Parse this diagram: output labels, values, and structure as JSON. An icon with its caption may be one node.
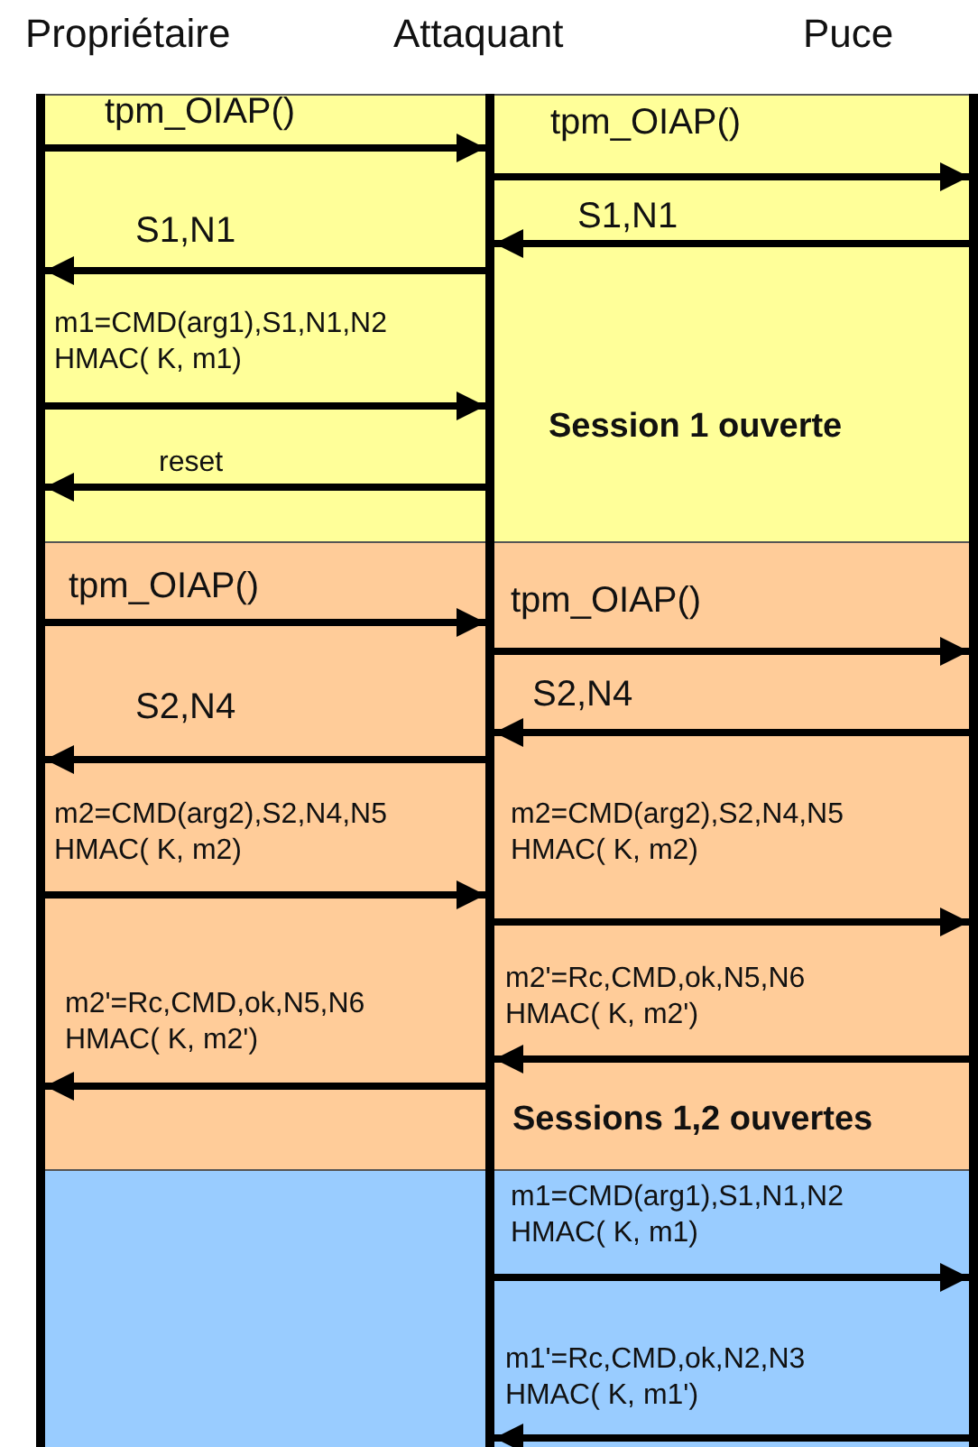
{
  "diagram": {
    "nodes": [
      {
        "text": [
          "Propriétaire"
        ]
      },
      {
        "text": [
          "Attaquant"
        ]
      },
      {
        "text": [
          "Puce"
        ]
      }
    ],
    "labels": [
      "Session 1 ouverte",
      "Sessions 1,2 ouvertes"
    ],
    "edges": [
      {
        "from": 0,
        "to": 1,
        "arrow": "to",
        "label": "tpm_OIAP()"
      },
      {
        "from": 1,
        "to": 2,
        "arrow": "to",
        "label": "tpm_OIAP()"
      },
      {
        "from": 2,
        "to": 1,
        "arrow": "to",
        "label": "S1,N1"
      },
      {
        "from": 1,
        "to": 0,
        "arrow": "to",
        "label": "S1,N1"
      },
      {
        "from": 0,
        "to": 1,
        "arrow": "to",
        "label": "m1=CMD(arg1),S1,N1,N2 HMAC( K, m1)"
      },
      {
        "from": 1,
        "to": 0,
        "arrow": "to",
        "label": "reset"
      },
      {
        "from": 0,
        "to": 1,
        "arrow": "to",
        "label": "tpm_OIAP()"
      },
      {
        "from": 1,
        "to": 2,
        "arrow": "to",
        "label": "tpm_OIAP()"
      },
      {
        "from": 2,
        "to": 1,
        "arrow": "to",
        "label": "S2,N4"
      },
      {
        "from": 1,
        "to": 0,
        "arrow": "to",
        "label": "S2,N4"
      },
      {
        "from": 0,
        "to": 1,
        "arrow": "to",
        "label": "m2=CMD(arg2),S2,N4,N5 HMAC( K, m2)"
      },
      {
        "from": 1,
        "to": 2,
        "arrow": "to",
        "label": "m2=CMD(arg2),S2,N4,N5 HMAC( K, m2)"
      },
      {
        "from": 2,
        "to": 1,
        "arrow": "to",
        "label": "m2'=Rc,CMD,ok,N5,N6 HMAC( K, m2')"
      },
      {
        "from": 1,
        "to": 0,
        "arrow": "to",
        "label": "m2'=Rc,CMD,ok,N5,N6 HMAC( K, m2')"
      },
      {
        "from": 1,
        "to": 2,
        "arrow": "to",
        "label": "m1=CMD(arg1),S1,N1,N2 HMAC( K, m1)"
      },
      {
        "from": 2,
        "to": 1,
        "arrow": "to",
        "label": "m1'=Rc,CMD,ok,N2,N3 HMAC( K, m1')"
      }
    ]
  }
}
